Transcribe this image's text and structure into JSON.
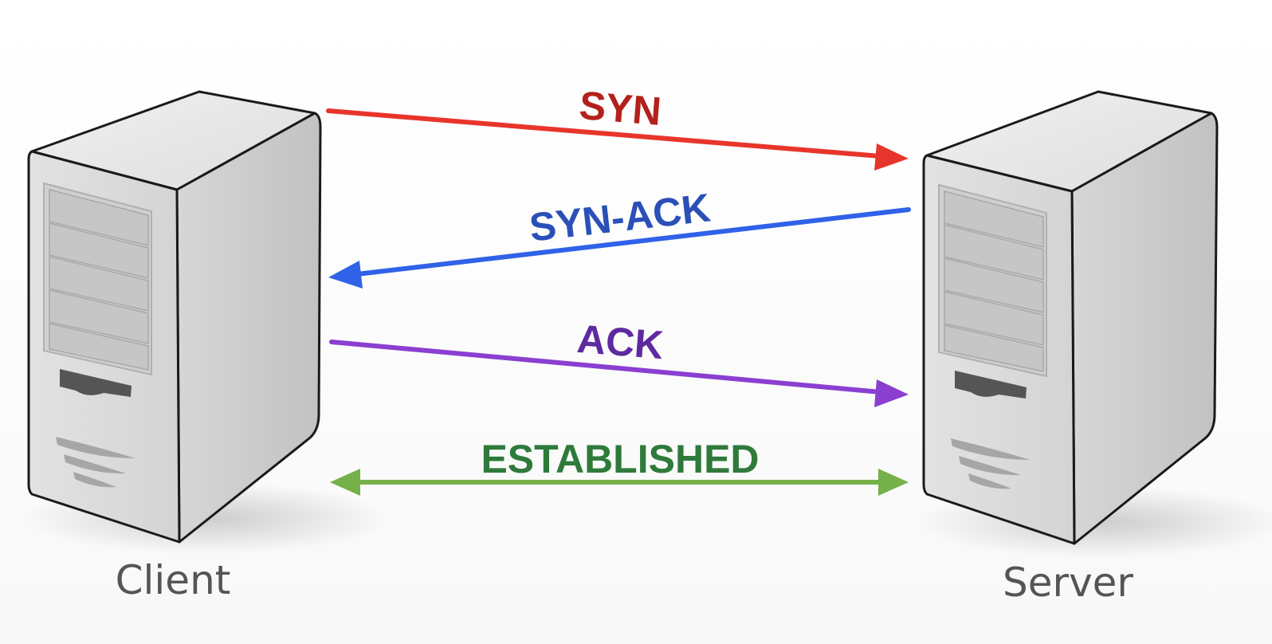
{
  "nodes": {
    "client": {
      "label": "Client"
    },
    "server": {
      "label": "Server"
    }
  },
  "messages": [
    {
      "id": "syn",
      "label": "SYN",
      "direction": "client-to-server",
      "line_color": "#e8352b",
      "label_color": "#b3211d"
    },
    {
      "id": "syn_ack",
      "label": "SYN-ACK",
      "direction": "server-to-client",
      "line_color": "#2f62e8",
      "label_color": "#2a50b8"
    },
    {
      "id": "ack",
      "label": "ACK",
      "direction": "client-to-server",
      "line_color": "#8a3fd1",
      "label_color": "#5e2aa0"
    },
    {
      "id": "established",
      "label": "ESTABLISHED",
      "direction": "bidirectional",
      "line_color": "#75b04a",
      "label_color": "#2f7a3b"
    }
  ]
}
